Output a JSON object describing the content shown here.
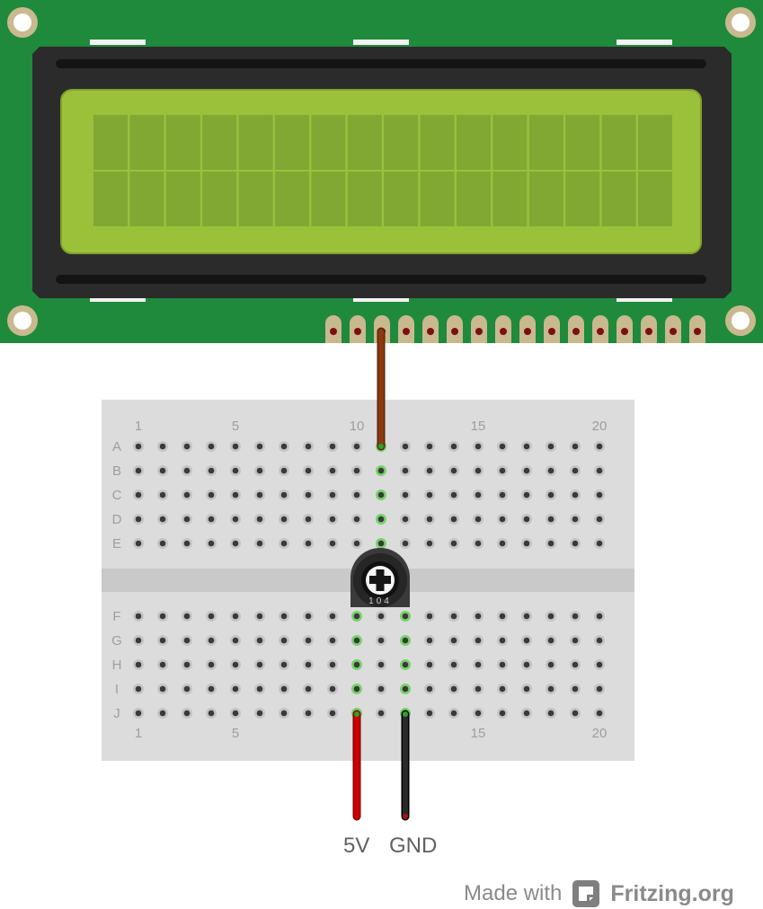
{
  "lcd": {
    "rows": 2,
    "cols": 16,
    "pins": 16,
    "colors": {
      "pcb": "#1f8a3c",
      "bezel": "#2b2b2b",
      "screen": "#9bc13b",
      "cell": "#80a833"
    }
  },
  "breadboard": {
    "top_row_labels": [
      "A",
      "B",
      "C",
      "D",
      "E"
    ],
    "bottom_row_labels": [
      "F",
      "G",
      "H",
      "I",
      "J"
    ],
    "column_numbers": [
      "1",
      "5",
      "10",
      "15",
      "20"
    ],
    "bottom_column_numbers": [
      "1",
      "5",
      "15",
      "20"
    ],
    "columns": 20,
    "colors": {
      "body": "#dcdcdc",
      "channel": "#c9c9c9",
      "hole": "#3a3a3a",
      "connected": "#76d26b"
    }
  },
  "potentiometer": {
    "marking": "104"
  },
  "wires": [
    {
      "id": "lcd-v0-wire",
      "color": "#8b3a0e"
    },
    {
      "id": "5v-wire",
      "color": "#cc0000"
    },
    {
      "id": "gnd-wire",
      "color": "#1b1b1b"
    }
  ],
  "labels": {
    "vcc": "5V",
    "gnd": "GND"
  },
  "footer": {
    "made_with": "Made with",
    "brand": "Fritzing.org"
  }
}
